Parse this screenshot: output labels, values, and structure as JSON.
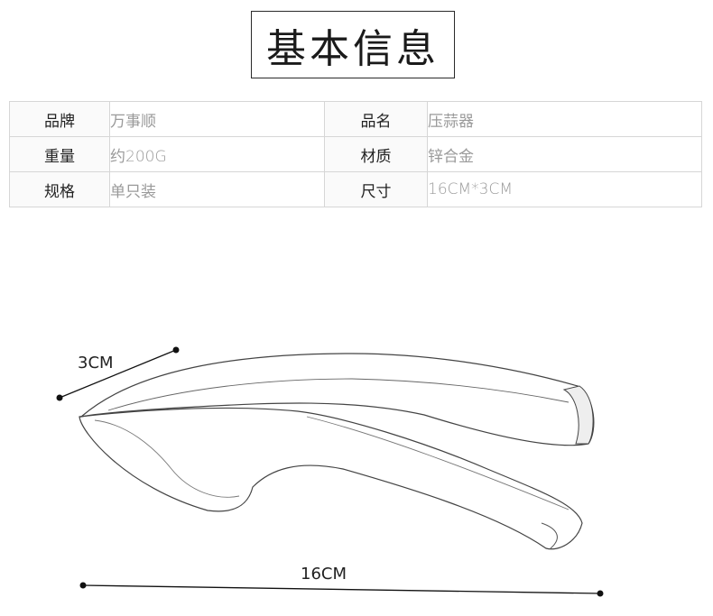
{
  "title": "基本信息",
  "specs": [
    {
      "k1": "品牌",
      "v1": "万事顺",
      "k2": "品名",
      "v2": "压蒜器"
    },
    {
      "k1": "重量",
      "v1": "约200G",
      "k2": "材质",
      "v2": "锌合金"
    },
    {
      "k1": "规格",
      "v1": "单只装",
      "k2": "尺寸",
      "v2": "16CM*3CM"
    }
  ],
  "dimensions": {
    "width_label": "3CM",
    "length_label": "16CM"
  }
}
